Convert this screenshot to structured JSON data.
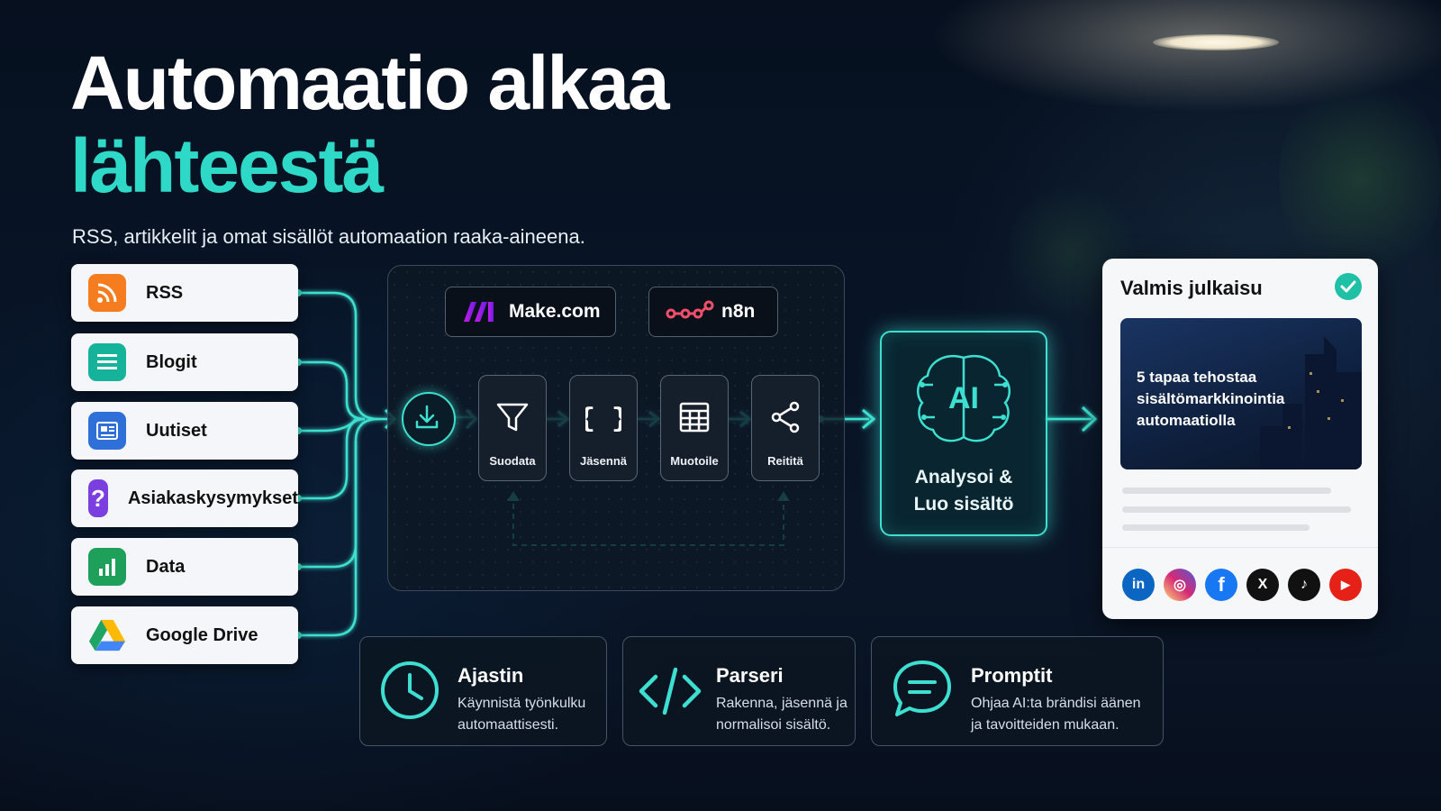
{
  "headline": {
    "line1": "Automaatio alkaa",
    "line2": "lähteestä",
    "subtitle": "RSS, artikkelit ja omat sisällöt automaation raaka-aineena."
  },
  "sources": [
    {
      "label": "RSS",
      "icon": "rss-icon"
    },
    {
      "label": "Blogit",
      "icon": "blog-icon"
    },
    {
      "label": "Uutiset",
      "icon": "news-icon"
    },
    {
      "label": "Asiakaskysymykset",
      "icon": "question-icon"
    },
    {
      "label": "Data",
      "icon": "bar-chart-icon"
    },
    {
      "label": "Google Drive",
      "icon": "google-drive-icon"
    }
  ],
  "platforms": [
    {
      "label": "Make.com",
      "icon": "make-logo-icon"
    },
    {
      "label": "n8n",
      "icon": "n8n-logo-icon"
    }
  ],
  "steps": [
    {
      "label": "Suodata",
      "icon": "filter-icon"
    },
    {
      "label": "Jäsennä",
      "icon": "braces-icon"
    },
    {
      "label": "Muotoile",
      "icon": "table-format-icon"
    },
    {
      "label": "Reititä",
      "icon": "share-route-icon"
    }
  ],
  "ai_node": {
    "badge": "AI",
    "line1": "Analysoi &",
    "line2": "Luo sisältö"
  },
  "publication": {
    "title": "Valmis julkaisu",
    "article_title": "5 tapaa tehostaa sisältömarkkinointia automaatiolla",
    "social": [
      {
        "name": "linkedin-icon",
        "glyph": "in",
        "color": "#0a66c2"
      },
      {
        "name": "instagram-icon",
        "glyph": "◎",
        "color": "#d62976"
      },
      {
        "name": "facebook-icon",
        "glyph": "f",
        "color": "#1877f2"
      },
      {
        "name": "x-icon",
        "glyph": "X",
        "color": "#111111"
      },
      {
        "name": "tiktok-icon",
        "glyph": "♪",
        "color": "#111111"
      },
      {
        "name": "youtube-icon",
        "glyph": "▶",
        "color": "#e62117"
      }
    ]
  },
  "features": [
    {
      "title": "Ajastin",
      "desc1": "Käynnistä työnkulku",
      "desc2": "automaattisesti."
    },
    {
      "title": "Parseri",
      "desc1": "Rakenna, jäsennä ja",
      "desc2": "normalisoi sisältö."
    },
    {
      "title": "Promptit",
      "desc1": "Ohjaa AI:ta brändisi äänen",
      "desc2": "ja tavoitteiden mukaan."
    }
  ],
  "colors": {
    "accent": "#2fd9c8",
    "background": "#081426",
    "card": "#f4f6f9"
  }
}
